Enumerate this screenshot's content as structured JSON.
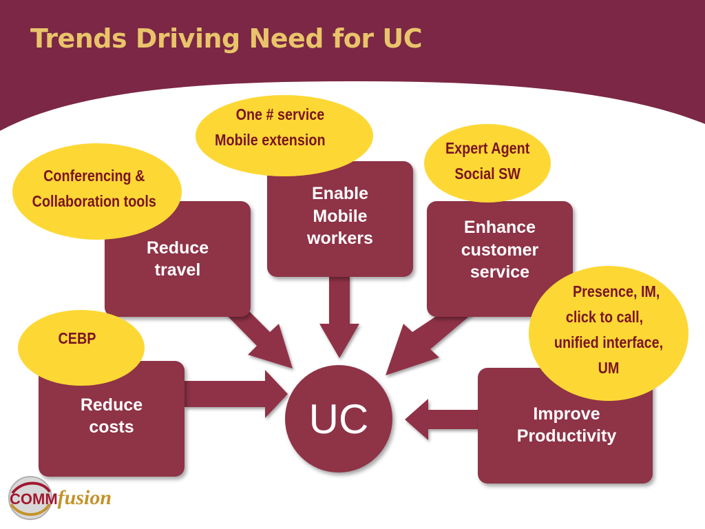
{
  "slide": {
    "title": "Trends Driving Need for UC",
    "colors": {
      "background": "#7b2745",
      "title": "#e9c46a",
      "box": "#8f3347",
      "bubble": "#fdd835",
      "bubble_text": "#7a1420"
    }
  },
  "hub": {
    "label": "UC"
  },
  "boxes": {
    "reduce_travel": {
      "line1": "Reduce",
      "line2": "travel"
    },
    "enable_mobile": {
      "line1": "Enable",
      "line2": "Mobile",
      "line3": "workers"
    },
    "enhance_service": {
      "line1": "Enhance",
      "line2": "customer",
      "line3": "service"
    },
    "reduce_costs": {
      "line1": "Reduce",
      "line2": "costs"
    },
    "improve_productivity": {
      "line1": "Improve",
      "line2": "Productivity"
    }
  },
  "bubbles": {
    "mobile": {
      "line1": "One # service",
      "line2": "Mobile extension"
    },
    "conferencing": {
      "line1": "Conferencing &",
      "line2": "Collaboration tools"
    },
    "expert": {
      "line1": "Expert Agent",
      "line2": "Social SW"
    },
    "cebp": {
      "line1": "CEBP"
    },
    "presence": {
      "line1": "Presence, IM,",
      "line2": "click to call,",
      "line3": "unified interface,",
      "line4": "UM"
    }
  },
  "logo": {
    "part1": "COMM",
    "part2": "fusion",
    "icon": "globe-swirl-icon"
  }
}
